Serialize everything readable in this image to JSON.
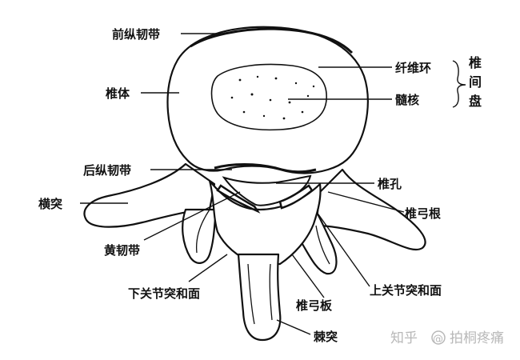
{
  "labels": {
    "anterior_longitudinal_ligament": "前纵韧带",
    "vertebral_body": "椎体",
    "annulus_fibrosus": "纤维环",
    "nucleus_pulposus": "髓核",
    "intervertebral_disc": [
      "椎",
      "间",
      "盘"
    ],
    "posterior_longitudinal_ligament": "后纵韧带",
    "vertebral_foramen": "椎孔",
    "transverse_process": "横突",
    "pedicle": "椎弓根",
    "ligamentum_flavum": "黄韧带",
    "inferior_articular_facet": "下关节突和面",
    "lamina": "椎弓板",
    "superior_articular_facet": "上关节突和面",
    "spinous_process": "棘突"
  },
  "watermark": {
    "prefix": "知乎",
    "at": "@",
    "name": "拍桐疼痛"
  }
}
